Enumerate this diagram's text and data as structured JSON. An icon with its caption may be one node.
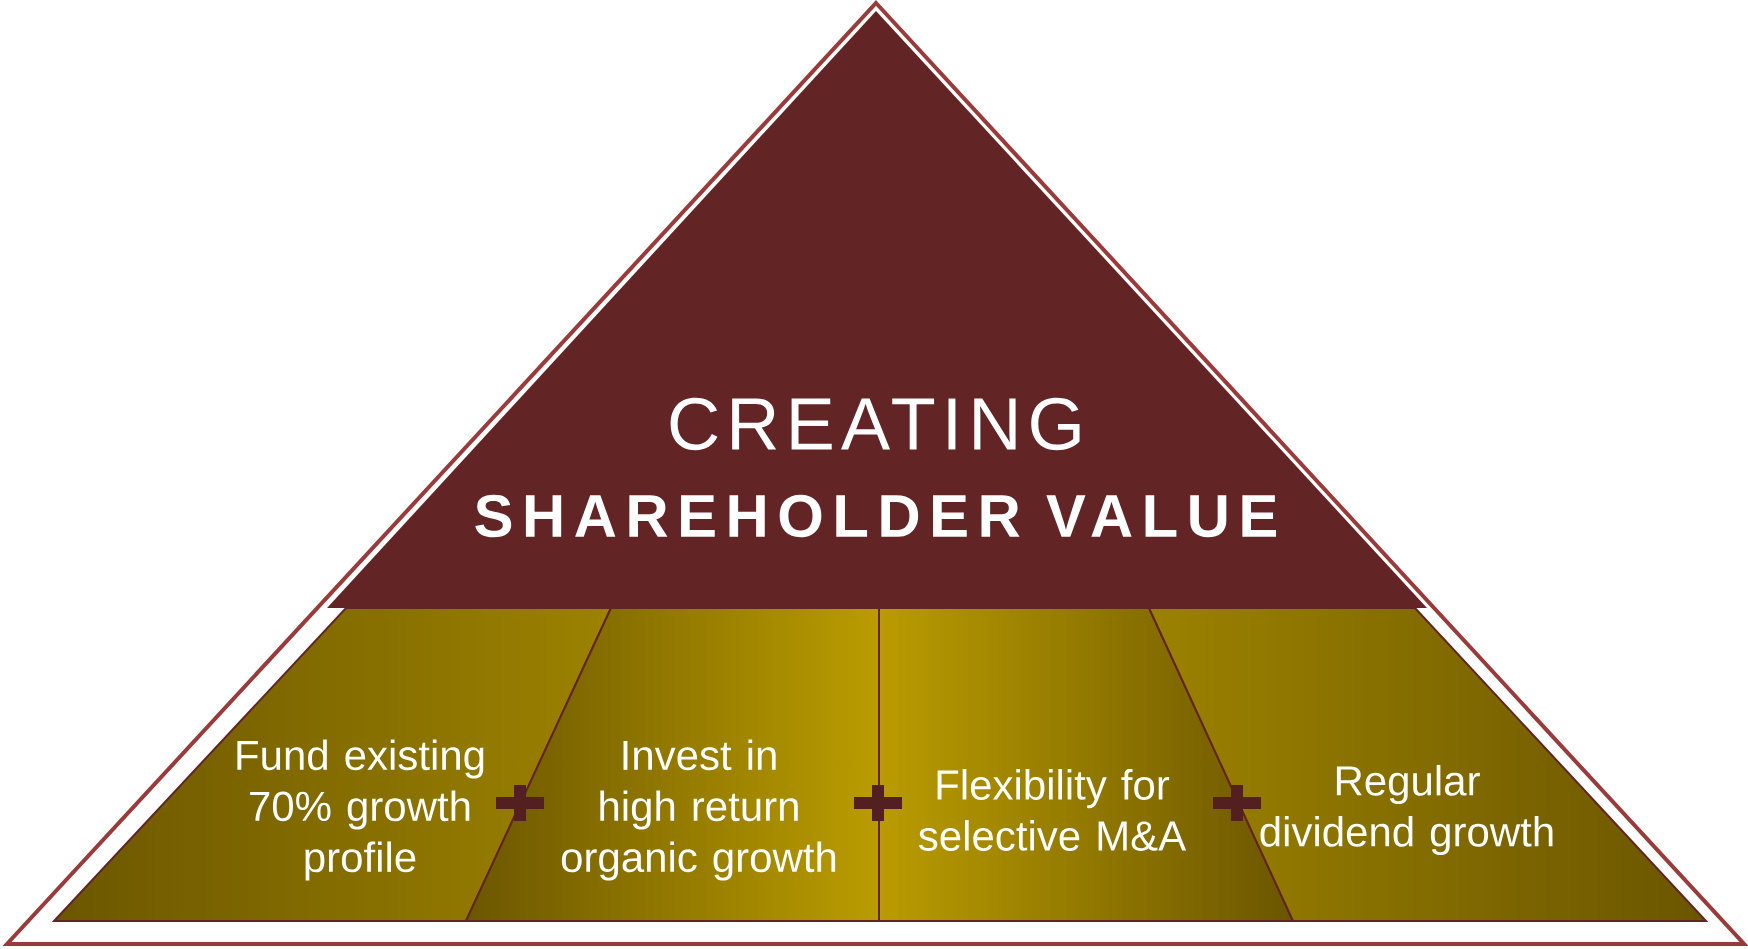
{
  "diagram": {
    "nodes": [
      {
        "text": [
          "CREATING",
          "SHAREHOLDER VALUE"
        ]
      },
      {
        "text": [
          "Fund existing 70% growth profile"
        ]
      },
      {
        "text": [
          "Invest in high return organic growth"
        ]
      },
      {
        "text": [
          "Flexibility for selective M&A"
        ]
      },
      {
        "text": [
          "Regular dividend growth"
        ]
      }
    ]
  }
}
